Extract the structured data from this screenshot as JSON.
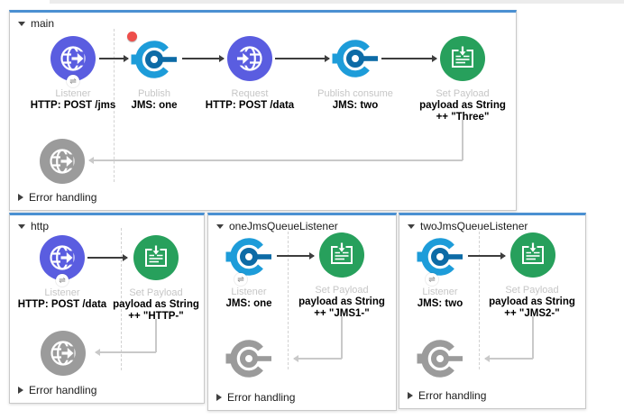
{
  "colors": {
    "flow_top_border": "#4b90d2",
    "http_connector_blue": "#5a5de0",
    "jms_light_blue": "#1d9cd9",
    "jms_dark_blue": "#0d6ba6",
    "set_payload_green": "#27a05c",
    "disabled_gray": "#9b9b9b",
    "breakpoint_red": "#ee4f4b"
  },
  "icons": {
    "exchange_badge_glyph": "⇌"
  },
  "flows": [
    {
      "name": "main",
      "error_handling_label": "Error handling",
      "nodes": [
        {
          "icon": "http-listener-globe-icon",
          "label": "Listener",
          "sublabels": [
            "HTTP: POST /jms"
          ]
        },
        {
          "icon": "jms-publish-icon",
          "label": "Publish",
          "sublabels": [
            "JMS: one"
          ],
          "breakpoint": true
        },
        {
          "icon": "http-request-globe-icon",
          "label": "Request",
          "sublabels": [
            "HTTP: POST /data"
          ]
        },
        {
          "icon": "jms-publish-consume-icon",
          "label": "Publish consume",
          "sublabels": [
            "JMS: two"
          ]
        },
        {
          "icon": "set-payload-icon",
          "label": "Set Payload",
          "sublabels": [
            "payload as String",
            "++ \"Three\""
          ]
        }
      ]
    },
    {
      "name": "http",
      "error_handling_label": "Error handling",
      "nodes": [
        {
          "icon": "http-listener-globe-icon",
          "label": "Listener",
          "sublabels": [
            "HTTP: POST /data"
          ]
        },
        {
          "icon": "set-payload-icon",
          "label": "Set Payload",
          "sublabels": [
            "payload as String",
            "++ \"HTTP-\""
          ]
        }
      ]
    },
    {
      "name": "oneJmsQueueListener",
      "error_handling_label": "Error handling",
      "nodes": [
        {
          "icon": "jms-listener-icon",
          "label": "Listener",
          "sublabels": [
            "JMS: one"
          ]
        },
        {
          "icon": "set-payload-icon",
          "label": "Set Payload",
          "sublabels": [
            "payload as String",
            "++ \"JMS1-\""
          ]
        }
      ]
    },
    {
      "name": "twoJmsQueueListener",
      "error_handling_label": "Error handling",
      "nodes": [
        {
          "icon": "jms-listener-icon",
          "label": "Listener",
          "sublabels": [
            "JMS: two"
          ]
        },
        {
          "icon": "set-payload-icon",
          "label": "Set Payload",
          "sublabels": [
            "payload as String",
            "++ \"JMS2-\""
          ]
        }
      ]
    }
  ]
}
